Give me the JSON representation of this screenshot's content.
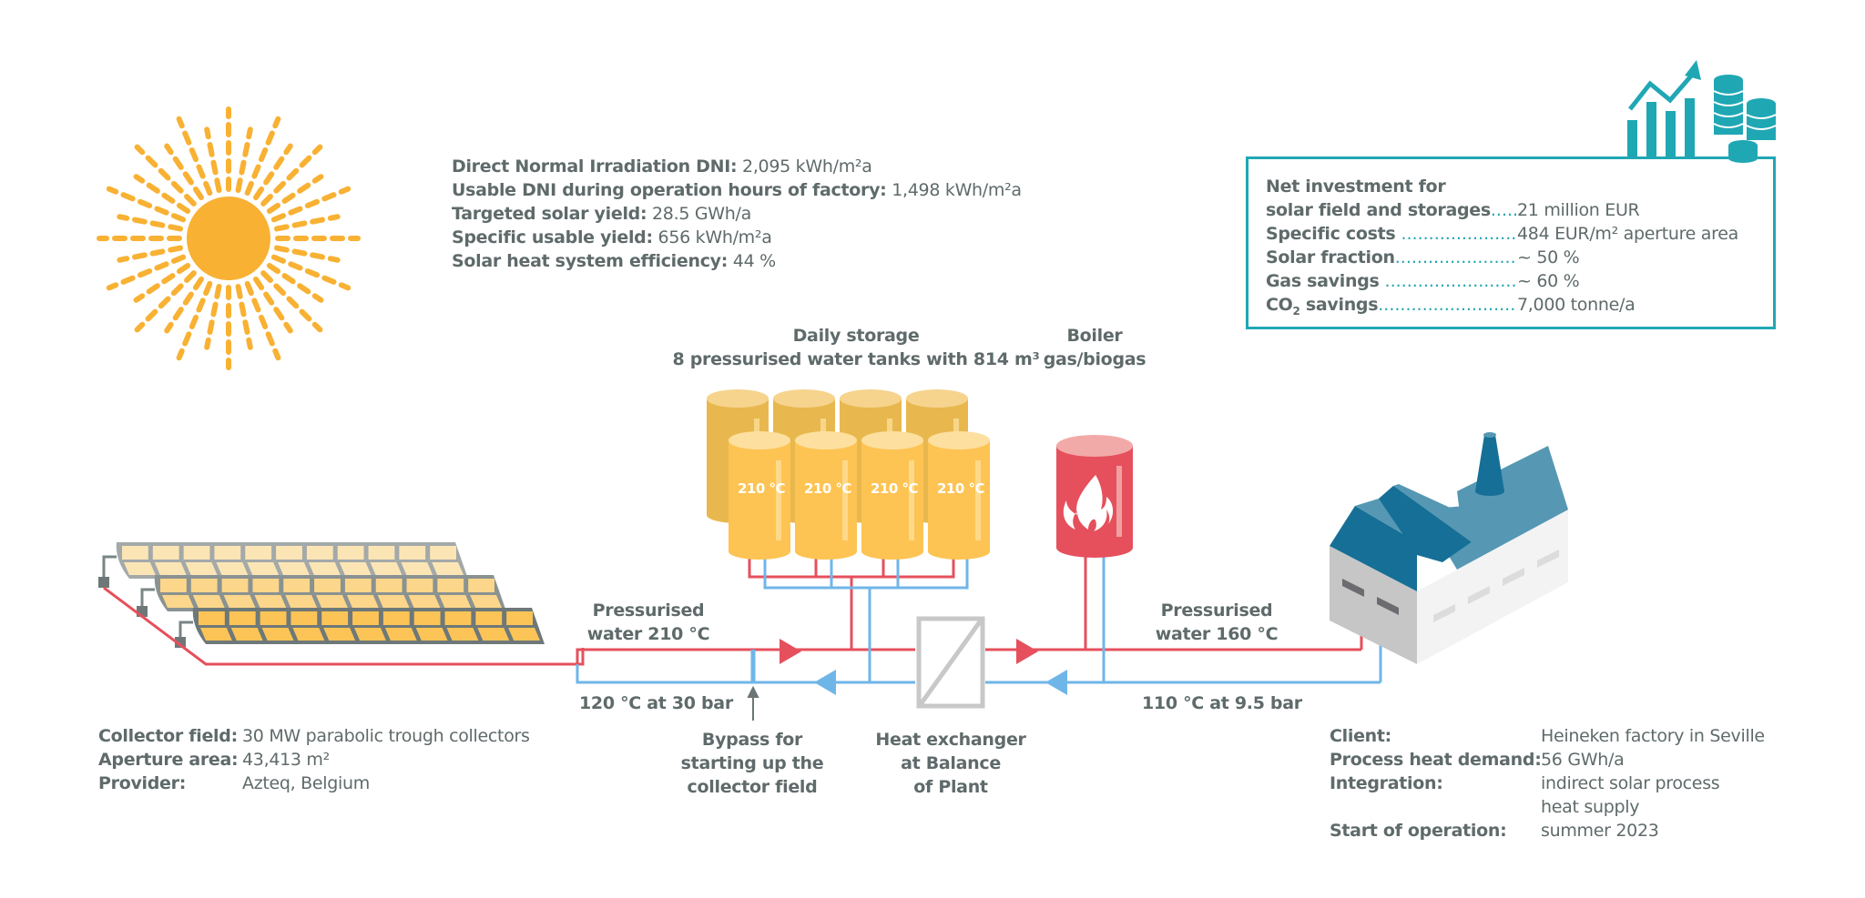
{
  "colors": {
    "text": "#5f6a6a",
    "accent_teal": "#20a7b4",
    "sun": "#f8b133",
    "hot_pipe": "#e5505c",
    "cold_pipe": "#6fb6e8",
    "tank_front": "#fdc453",
    "tank_back": "#e8b84e",
    "boiler": "#e5505c",
    "factory_roof_dark": "#166f96",
    "factory_roof_light": "#5698b4",
    "heat_exchanger": "#c8c8c8"
  },
  "irradiation": [
    {
      "label": "Direct Normal Irradiation DNI:",
      "value": "2,095 kWh/m²a"
    },
    {
      "label": "Usable DNI during operation hours of factory:",
      "value": "1,498 kWh/m²a"
    },
    {
      "label": "Targeted solar yield:",
      "value": "28.5 GWh/a"
    },
    {
      "label": "Specific usable yield:",
      "value": "656 kWh/m²a"
    },
    {
      "label": "Solar heat system efficiency:",
      "value": "44 %"
    }
  ],
  "investment": {
    "icon": "finance-growth-coins-icon",
    "heading": "Net investment for",
    "rows": [
      {
        "label": "solar field and storages",
        "dots": "......",
        "value": "21 million EUR"
      },
      {
        "label": "Specific costs",
        "dots": " .......................",
        "value": "484 EUR/m² aperture area"
      },
      {
        "label": "Solar fraction",
        "dots": "........................",
        "value": "~ 50 %"
      },
      {
        "label": "Gas savings",
        "dots": " .........................",
        "value": "~ 60 %"
      },
      {
        "label_main": "CO",
        "label_sub": "2",
        "label_rest": " savings",
        "dots": "..........................",
        "value": "7,000 tonne/a"
      }
    ]
  },
  "storage": {
    "title": "Daily storage",
    "subtitle": "8 pressurised water tanks with 814 m³",
    "tank_temps": [
      "210 °C",
      "210 °C",
      "210 °C",
      "210 °C"
    ]
  },
  "boiler": {
    "title": "Boiler",
    "subtitle": "gas/biogas",
    "icon": "flame-icon"
  },
  "flow_labels": {
    "hot_left_1": "Pressurised",
    "hot_left_2": "water 210 °C",
    "cold_left": "120 °C at 30 bar",
    "hot_right_1": "Pressurised",
    "hot_right_2": "water 160 °C",
    "cold_right": "110 °C at 9.5 bar"
  },
  "bypass": {
    "lines": [
      "Bypass for",
      "starting up the",
      "collector field"
    ]
  },
  "heat_exchanger": {
    "lines": [
      "Heat exchanger",
      "at Balance",
      "of Plant"
    ]
  },
  "collector_info": [
    {
      "label": "Collector field:",
      "value": "30 MW parabolic trough collectors"
    },
    {
      "label": "Aperture area:",
      "value": "43,413 m²"
    },
    {
      "label": "Provider:",
      "value": "Azteq, Belgium"
    }
  ],
  "client_info": [
    {
      "label": "Client:",
      "value": "Heineken factory in Seville"
    },
    {
      "label": "Process heat demand:",
      "value": "56 GWh/a"
    },
    {
      "label": "Integration:",
      "value": "indirect solar process"
    },
    {
      "label": "",
      "value": "heat supply"
    },
    {
      "label": "Start of operation:",
      "value": "summer 2023"
    }
  ]
}
